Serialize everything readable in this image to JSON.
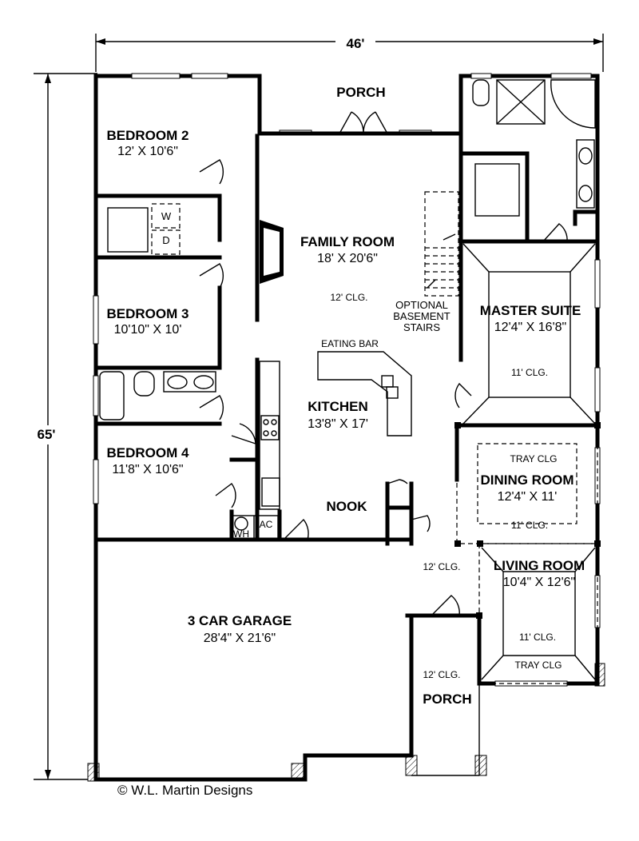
{
  "dimensions": {
    "width_label": "46'",
    "depth_label": "65'"
  },
  "rooms": {
    "porch_top": {
      "name": "PORCH"
    },
    "bedroom2": {
      "name": "BEDROOM 2",
      "size": "12' X 10'6\""
    },
    "bedroom3": {
      "name": "BEDROOM 3",
      "size": "10'10\" X 10'"
    },
    "bedroom4": {
      "name": "BEDROOM 4",
      "size": "11'8\" X 10'6\""
    },
    "family": {
      "name": "FAMILY ROOM",
      "size": "18' X 20'6\"",
      "ceiling": "12' CLG."
    },
    "kitchen": {
      "name": "KITCHEN",
      "size": "13'8\" X 17'",
      "bar": "EATING BAR"
    },
    "nook": {
      "name": "NOOK"
    },
    "master": {
      "name": "MASTER SUITE",
      "size": "12'4\" X 16'8\"",
      "ceiling": "11' CLG."
    },
    "dining": {
      "name": "DINING ROOM",
      "size": "12'4\" X 11'",
      "tray": "TRAY CLG",
      "ceiling": "11' CLG."
    },
    "living": {
      "name": "LIVING ROOM",
      "size": "10'4\" X 12'6\"",
      "tray": "TRAY CLG",
      "ceiling": "11' CLG."
    },
    "garage": {
      "name": "3 CAR GARAGE",
      "size": "28'4\" X 21'6\""
    },
    "foyer": {
      "ceiling": "12' CLG."
    },
    "porch_front": {
      "name": "PORCH",
      "ceiling": "12' CLG."
    }
  },
  "stairs_note": [
    "OPTIONAL",
    "BASEMENT",
    "STAIRS"
  ],
  "appliances": {
    "washer": "W",
    "dryer": "D",
    "water_heater": "WH",
    "ac": "AC"
  },
  "copyright": "© W.L. Martin Designs"
}
